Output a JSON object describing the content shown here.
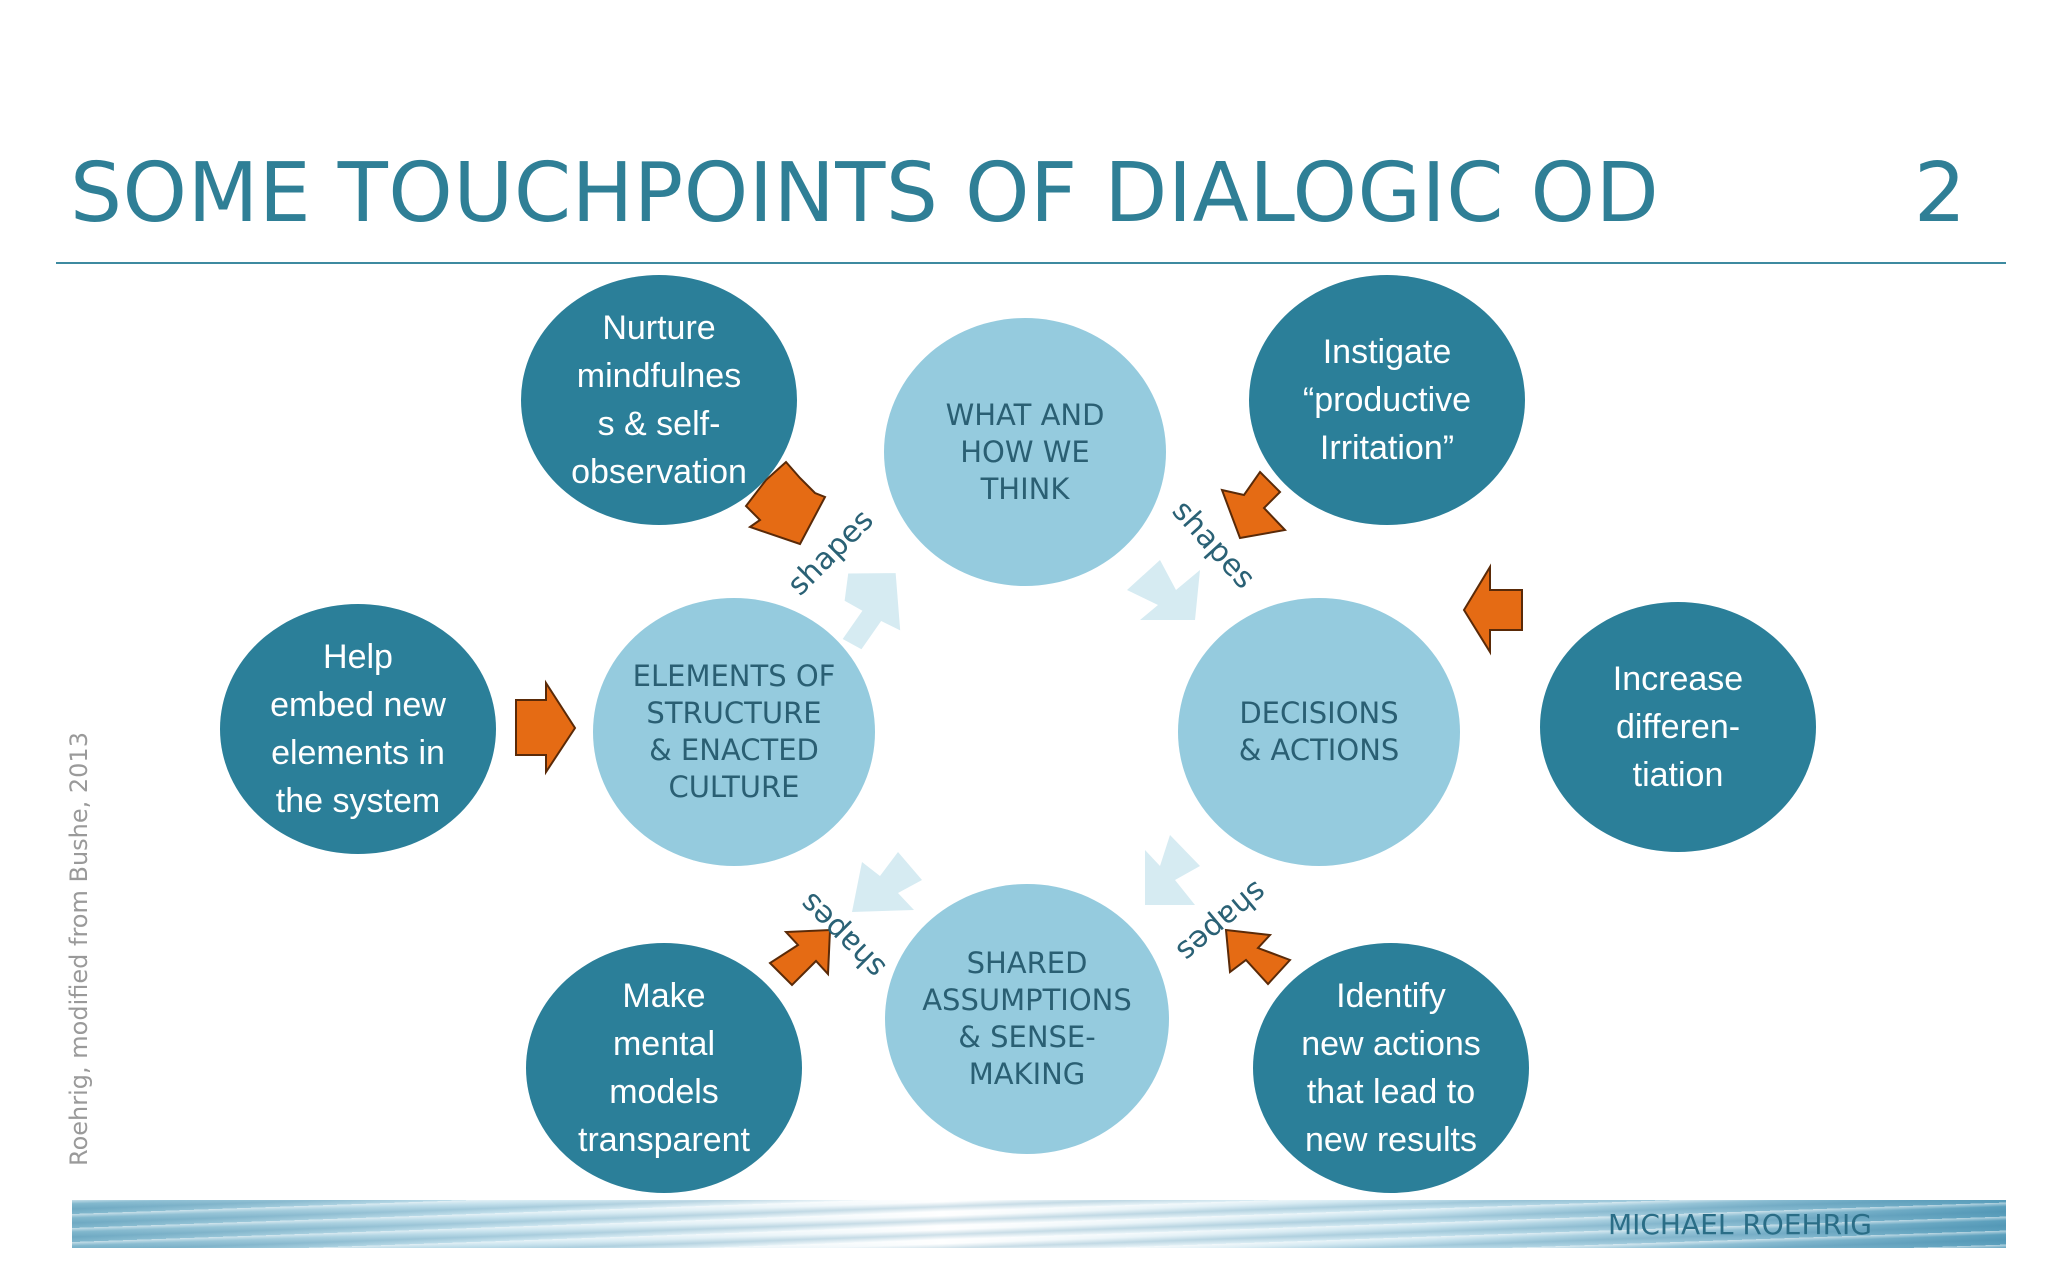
{
  "slide": {
    "title": "SOME TOUCHPOINTS OF DIALOGIC OD",
    "page_number": "2",
    "author": "MICHAEL ROEHRIG",
    "credit": "Roehrig, modified from Bushe, 2013"
  },
  "core_cycle": {
    "think": "WHAT AND\nHOW WE\nTHINK",
    "decisions": "DECISIONS\n& ACTIONS",
    "assumptions": "SHARED\nASSUMPTIONS\n& SENSE-\nMAKING",
    "structure": "ELEMENTS OF\nSTRUCTURE\n& ENACTED\nCULTURE",
    "link_label": "shapes"
  },
  "touchpoints": {
    "nurture": "Nurture\nmindfulnes\ns & self-\nobservation",
    "instigate": "Instigate\n“productive\nIrritation”",
    "help": "Help\nembed new\nelements in\nthe system",
    "increase": "Increase\ndifferen-\ntiation",
    "make": "Make\nmental\nmodels\ntransparent",
    "identify": "Identify\nnew actions\nthat lead to\nnew results"
  },
  "colors": {
    "core_fill": "#95cbde",
    "outer_fill": "#2b7f99",
    "arrow_orange": "#e56b14",
    "cycle_arrow": "#d6ebf2",
    "title": "#2f7f96"
  }
}
